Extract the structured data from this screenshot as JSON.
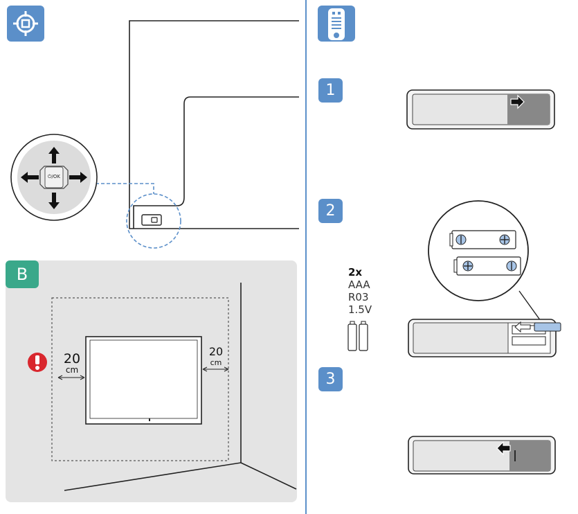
{
  "section_b": {
    "label": "B"
  },
  "steps": [
    {
      "number": "1"
    },
    {
      "number": "2"
    },
    {
      "number": "3"
    }
  ],
  "joystick": {
    "ok_label": "⏻/OK"
  },
  "wall_clearance": {
    "left_value": "20",
    "left_unit": "cm",
    "right_value": "20",
    "right_unit": "cm"
  },
  "batteries": {
    "count": "2x",
    "type": "AAA",
    "code": "R03",
    "voltage": "1.5V"
  },
  "icons": {
    "joystick_section": "crosshair-joystick-icon",
    "remote_section": "remote-control-icon",
    "warning": "exclamation-warning-icon"
  },
  "colors": {
    "accent_blue": "#5b8fc9",
    "accent_green": "#3aa88a",
    "warning_red": "#d9272e",
    "panel_gray": "#e4e4e4"
  }
}
